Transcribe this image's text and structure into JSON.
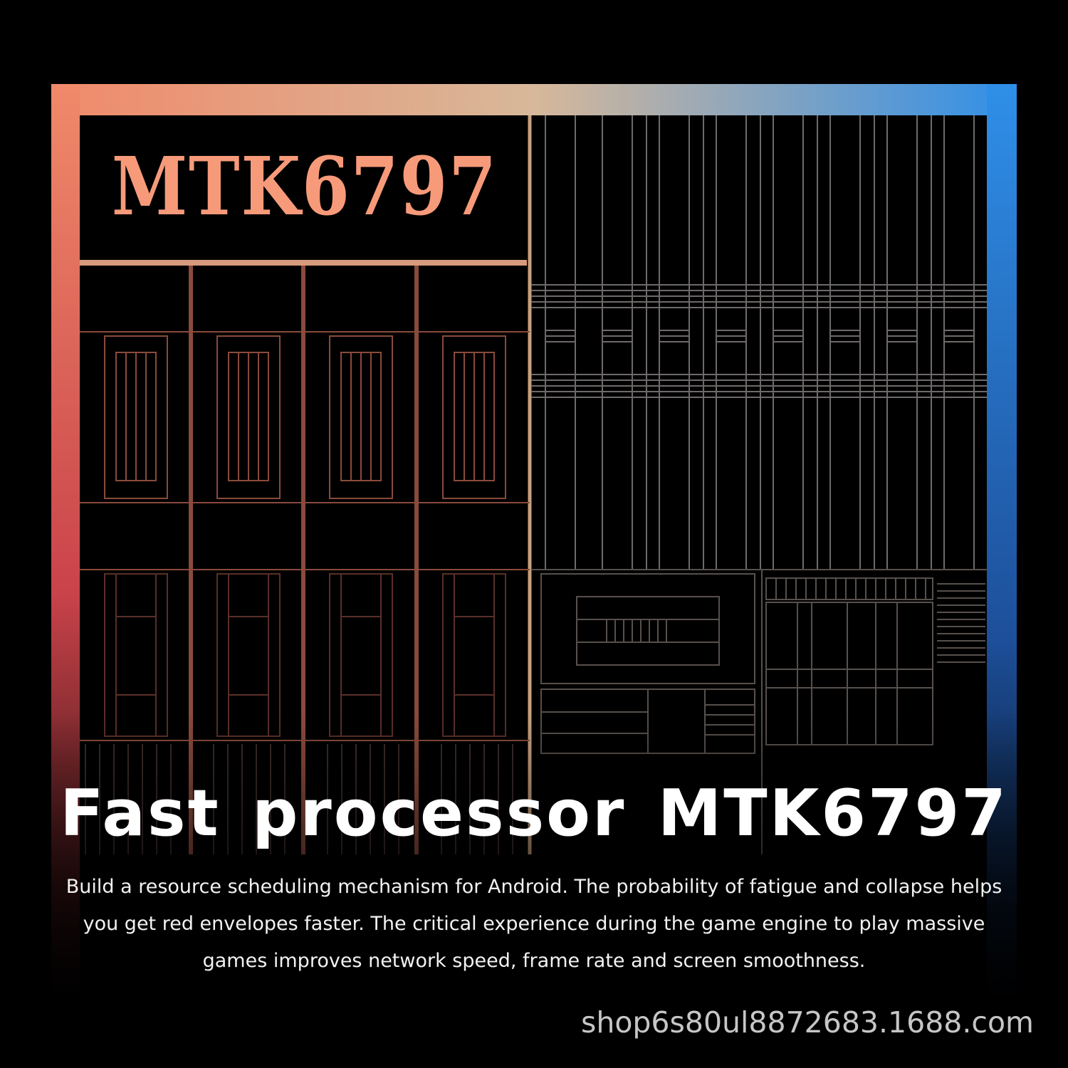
{
  "chip_label": "MTK6797",
  "headline": "Fast processor  MTK6797",
  "description": "Build a resource scheduling mechanism for Android. The probability of fatigue and collapse helps you get red envelopes faster. The critical experience during the game engine to play massive games improves network speed, frame rate and screen smoothness.",
  "watermark": "shop6s80ul8872683.1688.com",
  "colors": {
    "background": "#000000",
    "frame_left": "#f08a6a",
    "frame_mid": "#d7b89a",
    "frame_right": "#2f8fe8",
    "chip_label": "#f79a7a",
    "text": "#ffffff"
  }
}
